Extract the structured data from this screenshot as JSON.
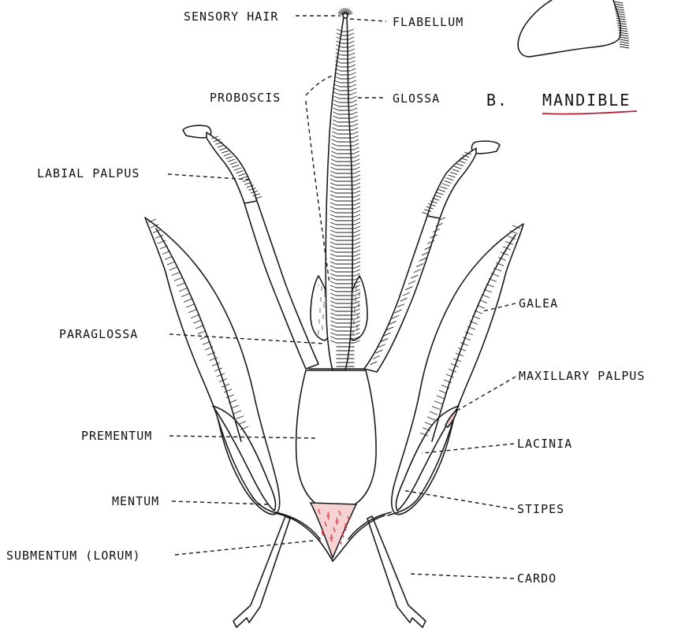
{
  "section": {
    "letter": "B.",
    "title": "MANDIBLE"
  },
  "labels": {
    "sensory_hair": "SENSORY HAIR",
    "flabellum": "FLABELLUM",
    "proboscis": "PROBOSCIS",
    "glossa": "GLOSSA",
    "labial_palpus": "LABIAL PALPUS",
    "paraglossa": "PARAGLOSSA",
    "prementum": "PREMENTUM",
    "mentum": "MENTUM",
    "submentum": "SUBMENTUM (LORUM)",
    "galea": "GALEA",
    "maxillary_palpus": "MAXILLARY PALPUS",
    "lacinia": "LACINIA",
    "stipes": "STIPES",
    "cardo": "CARDO"
  },
  "colors": {
    "ink": "#1a1a1a",
    "underline": "#b22234",
    "submentum_tint": "#d9363e",
    "paper": "#ffffff"
  }
}
